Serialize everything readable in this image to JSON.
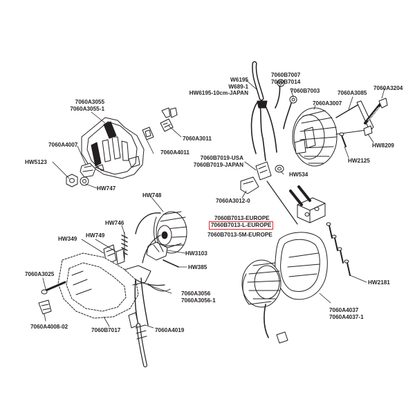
{
  "colors": {
    "ink": "#231f20",
    "highlight": "#e0262b",
    "background": "#ffffff"
  },
  "highlighted_part": "7060B7013-L-EUROPE",
  "labels": {
    "a3055": [
      "7060A3055",
      "7060A3055-1"
    ],
    "a4007": "7060A4007",
    "hw5123": "HW5123",
    "hw747": "HW747",
    "a4011": "7060A4011",
    "a3011": "7060A3011",
    "wires": [
      "W6195",
      "W689-1",
      "HW6195-10cm-JAPAN"
    ],
    "b7007": [
      "7060B7007",
      "7060B7014"
    ],
    "b7003": "7060B7003",
    "a3007": "7060A3007",
    "a3085": "7060A3085",
    "a3204": "7060A3204",
    "hw8209": "HW8209",
    "hw2125": "HW2125",
    "b7019": [
      "7060B7019-USA",
      "7060B7019-JAPAN"
    ],
    "hw534": "HW534",
    "a3012": "7060A3012-0",
    "hw748": "HW748",
    "b7013_top": "7060B7013-EUROPE",
    "b7013_hl": "7060B7013-L-EUROPE",
    "b7013_bot": "7060B7013-5M-EUROPE",
    "hw746": "HW746",
    "hw349": "HW349",
    "hw749": "HW749",
    "hw3103": "HW3103",
    "hw385": "HW385",
    "a3025": "7060A3025",
    "a3056": [
      "7060A3056",
      "7060A3056-1"
    ],
    "hw2181": "HW2181",
    "a4008": "7060A4008-02",
    "b7017": "7060B7017",
    "a4019": "7060A4019",
    "a4037": [
      "7060A4037",
      "7060A4037-1"
    ]
  }
}
